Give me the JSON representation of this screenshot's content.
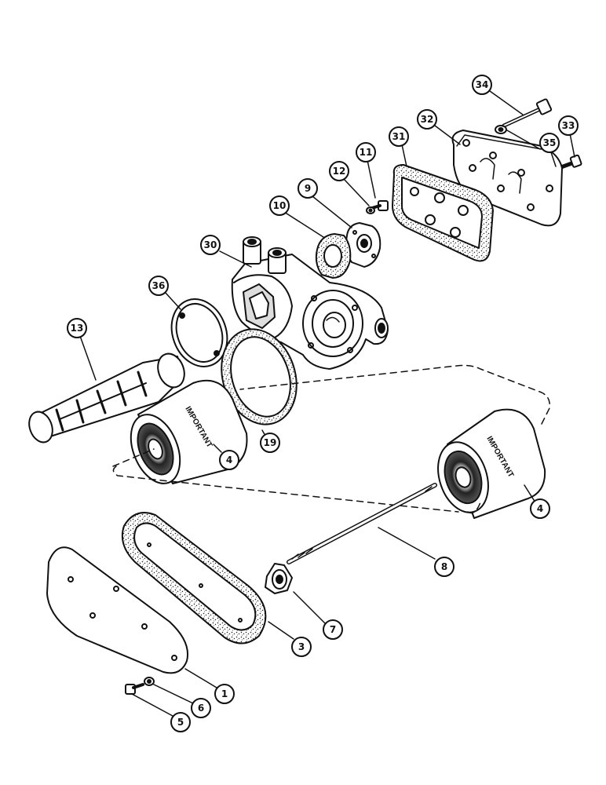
{
  "diagram": {
    "filter_label": "IMPORTANT",
    "callouts": [
      {
        "key": "34",
        "label": "34"
      },
      {
        "key": "32",
        "label": "32"
      },
      {
        "key": "33",
        "label": "33"
      },
      {
        "key": "35",
        "label": "35"
      },
      {
        "key": "31",
        "label": "31"
      },
      {
        "key": "11",
        "label": "11"
      },
      {
        "key": "12",
        "label": "12"
      },
      {
        "key": "9",
        "label": "9"
      },
      {
        "key": "10",
        "label": "10"
      },
      {
        "key": "30",
        "label": "30"
      },
      {
        "key": "36",
        "label": "36"
      },
      {
        "key": "13",
        "label": "13"
      },
      {
        "key": "19",
        "label": "19"
      },
      {
        "key": "4a",
        "label": "4"
      },
      {
        "key": "4b",
        "label": "4"
      },
      {
        "key": "8",
        "label": "8"
      },
      {
        "key": "7",
        "label": "7"
      },
      {
        "key": "3",
        "label": "3"
      },
      {
        "key": "1",
        "label": "1"
      },
      {
        "key": "6",
        "label": "6"
      },
      {
        "key": "5",
        "label": "5"
      }
    ]
  },
  "colors": {
    "line": "#111111",
    "background": "#ffffff"
  }
}
